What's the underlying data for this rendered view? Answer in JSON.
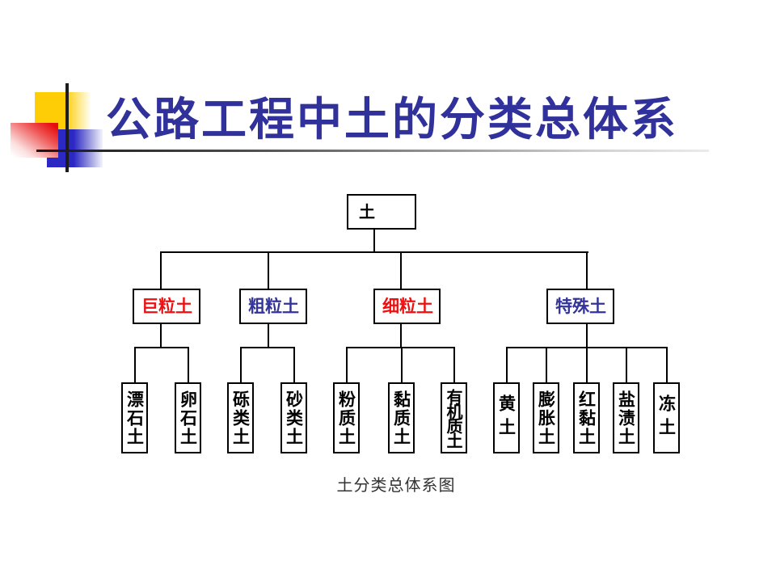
{
  "slide": {
    "title": "公路工程中土的分类总体系",
    "caption": "土分类总体系图"
  },
  "colors": {
    "title_blue": "#31319B",
    "label_red": "#EE1010",
    "label_blue": "#333399",
    "line_black": "#000000",
    "decor_yellow": "#FFCD05",
    "decor_red": "#E60D0D",
    "decor_blue": "#2B28C4"
  },
  "tree": {
    "root": {
      "label": "土"
    },
    "level2": [
      {
        "label": "巨粒土",
        "color": "red"
      },
      {
        "label": "粗粒土",
        "color": "blue"
      },
      {
        "label": "细粒土",
        "color": "red"
      },
      {
        "label": "特殊土",
        "color": "blue"
      }
    ],
    "level3": [
      {
        "label": "漂石土",
        "parent": "巨粒土"
      },
      {
        "label": "卵石土",
        "parent": "巨粒土"
      },
      {
        "label": "砾类土",
        "parent": "粗粒土"
      },
      {
        "label": "砂类土",
        "parent": "粗粒土"
      },
      {
        "label": "粉质土",
        "parent": "细粒土"
      },
      {
        "label": "黏质土",
        "parent": "细粒土"
      },
      {
        "label": "有机质土",
        "parent": "细粒土"
      },
      {
        "label": "黄土",
        "parent": "特殊土"
      },
      {
        "label": "膨胀土",
        "parent": "特殊土"
      },
      {
        "label": "红黏土",
        "parent": "特殊土"
      },
      {
        "label": "盐渍土",
        "parent": "特殊土"
      },
      {
        "label": "冻土",
        "parent": "特殊土"
      }
    ]
  }
}
